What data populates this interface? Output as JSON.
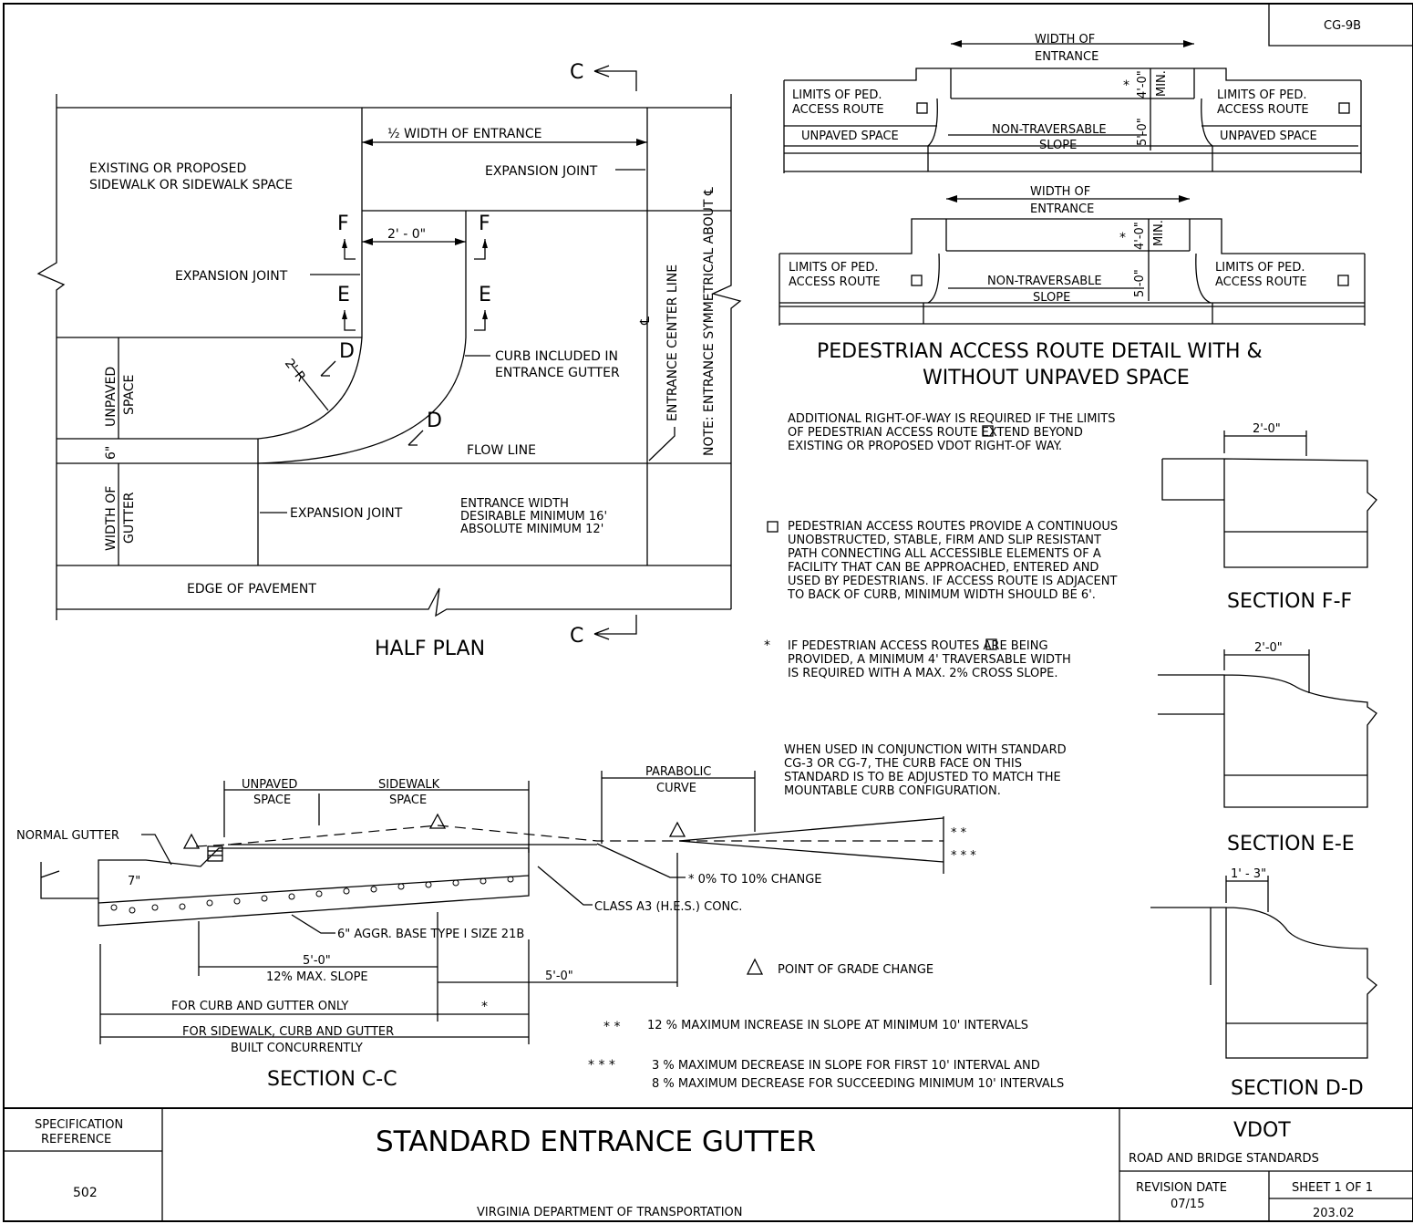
{
  "sheet_id": "CG-9B",
  "half_plan": {
    "title": "HALF PLAN",
    "section_marker": "C",
    "half_width": "½ WIDTH OF ENTRANCE",
    "existing_sidewalk": [
      "EXISTING OR PROPOSED",
      "SIDEWALK OR SIDEWALK SPACE"
    ],
    "expansion_joint": "EXPANSION JOINT",
    "marker_f": "F",
    "marker_e": "E",
    "marker_d": "D",
    "two_feet": "2' - 0\"",
    "radius": "2' R",
    "curb_included": [
      "CURB INCLUDED IN",
      "ENTRANCE GUTTER"
    ],
    "unpaved_space": [
      "UNPAVED",
      "SPACE"
    ],
    "six_inch": "6\"",
    "width_of_gutter": [
      "WIDTH OF",
      "GUTTER"
    ],
    "flow_line": "FLOW LINE",
    "entrance_width": [
      "ENTRANCE WIDTH",
      "DESIRABLE MINIMUM  16'",
      "ABSOLUTE MINIMUM  12'"
    ],
    "edge_of_pavement": "EDGE OF PAVEMENT",
    "center_line": "ENTRANCE CENTER LINE",
    "cl_symbol": "℄",
    "note_symmetrical": "NOTE: ENTRANCE SYMMETRICAL ABOUT ℄"
  },
  "ped_detail": {
    "width_of_entrance": [
      "WIDTH OF",
      "ENTRANCE"
    ],
    "limits": [
      "LIMITS OF PED.",
      "ACCESS ROUTE"
    ],
    "unpaved_space": "UNPAVED SPACE",
    "non_traversable": [
      "NON-TRAVERSABLE",
      "SLOPE"
    ],
    "dim_5ft": "5'-0\"",
    "dim_4ft": "4'-0\"",
    "min": "MIN.",
    "star": "*",
    "title": [
      "PEDESTRIAN ACCESS ROUTE DETAIL WITH &",
      "WITHOUT UNPAVED SPACE"
    ]
  },
  "notes": {
    "right_of_way": [
      "ADDITIONAL RIGHT-OF-WAY IS REQUIRED IF THE LIMITS",
      "OF PEDESTRIAN ACCESS ROUTE      EXTEND BEYOND",
      "EXISTING OR PROPOSED VDOT RIGHT-OF WAY."
    ],
    "ped_routes": [
      "PEDESTRIAN ACCESS ROUTES PROVIDE A CONTINUOUS",
      "UNOBSTRUCTED, STABLE, FIRM AND SLIP RESISTANT",
      "PATH CONNECTING ALL ACCESSIBLE ELEMENTS OF A",
      "FACILITY THAT CAN BE APPROACHED, ENTERED AND",
      "USED BY PEDESTRIANS. IF ACCESS ROUTE IS ADJACENT",
      "TO BACK OF CURB, MINIMUM WIDTH SHOULD BE 6'."
    ],
    "if_provided": [
      "IF PEDESTRIAN ACCESS ROUTES      ARE BEING",
      "PROVIDED, A MINIMUM 4' TRAVERSABLE WIDTH",
      "IS REQUIRED WITH A MAX. 2% CROSS SLOPE."
    ],
    "conjunction": [
      "WHEN USED IN CONJUNCTION WITH STANDARD",
      "CG-3 OR CG-7, THE CURB FACE ON THIS",
      "STANDARD IS TO BE ADJUSTED TO MATCH THE",
      "MOUNTABLE CURB CONFIGURATION."
    ],
    "point_of_grade": "POINT OF GRADE CHANGE",
    "double_star_note": "12  % MAXIMUM  INCREASE  IN  SLOPE  AT  MINIMUM  10'  INTERVALS",
    "triple_star_note": [
      "3  % MAXIMUM  DECREASE  IN  SLOPE  FOR  FIRST   10'  INTERVAL  AND",
      "8  % MAXIMUM  DECREASE  FOR  SUCCEEDING  MINIMUM  10'  INTERVALS"
    ],
    "double_star": "* *",
    "triple_star": "* * *"
  },
  "section_cc": {
    "title": "SECTION C-C",
    "unpaved": [
      "UNPAVED",
      "SPACE"
    ],
    "sidewalk": [
      "SIDEWALK",
      "SPACE"
    ],
    "parabolic": [
      "PARABOLIC",
      "CURVE"
    ],
    "normal_gutter": "NORMAL GUTTER",
    "seven_inch": "7\"",
    "change": "* 0% TO 10% CHANGE",
    "class_a3": "CLASS A3 (H.E.S.) CONC.",
    "aggr_base": "6\" AGGR. BASE TYPE I SIZE 21B",
    "five_ft": "5'-0\"",
    "max_slope": "12% MAX. SLOPE",
    "five_ft_b": "5'-0\"",
    "curb_gutter_only": "FOR CURB AND GUTTER ONLY",
    "star": "*",
    "sidewalk_curb": [
      "FOR SIDEWALK, CURB AND GUTTER",
      "BUILT CONCURRENTLY"
    ]
  },
  "sections_right": {
    "ff_title": "SECTION F-F",
    "ff_dim": "2'-0\"",
    "ee_title": "SECTION E-E",
    "ee_dim": "2'-0\"",
    "dd_title": "SECTION D-D",
    "dd_dim": "1' - 3\""
  },
  "title_block": {
    "spec_ref_label": [
      "SPECIFICATION",
      "REFERENCE"
    ],
    "spec_ref": "502",
    "title": "STANDARD ENTRANCE GUTTER",
    "department": "VIRGINIA DEPARTMENT OF TRANSPORTATION",
    "logo": "VDOT",
    "road_bridge": "ROAD AND BRIDGE STANDARDS",
    "revision_label": "REVISION DATE",
    "revision": "07/15",
    "sheet": "SHEET 1 OF 1",
    "number": "203.02"
  }
}
